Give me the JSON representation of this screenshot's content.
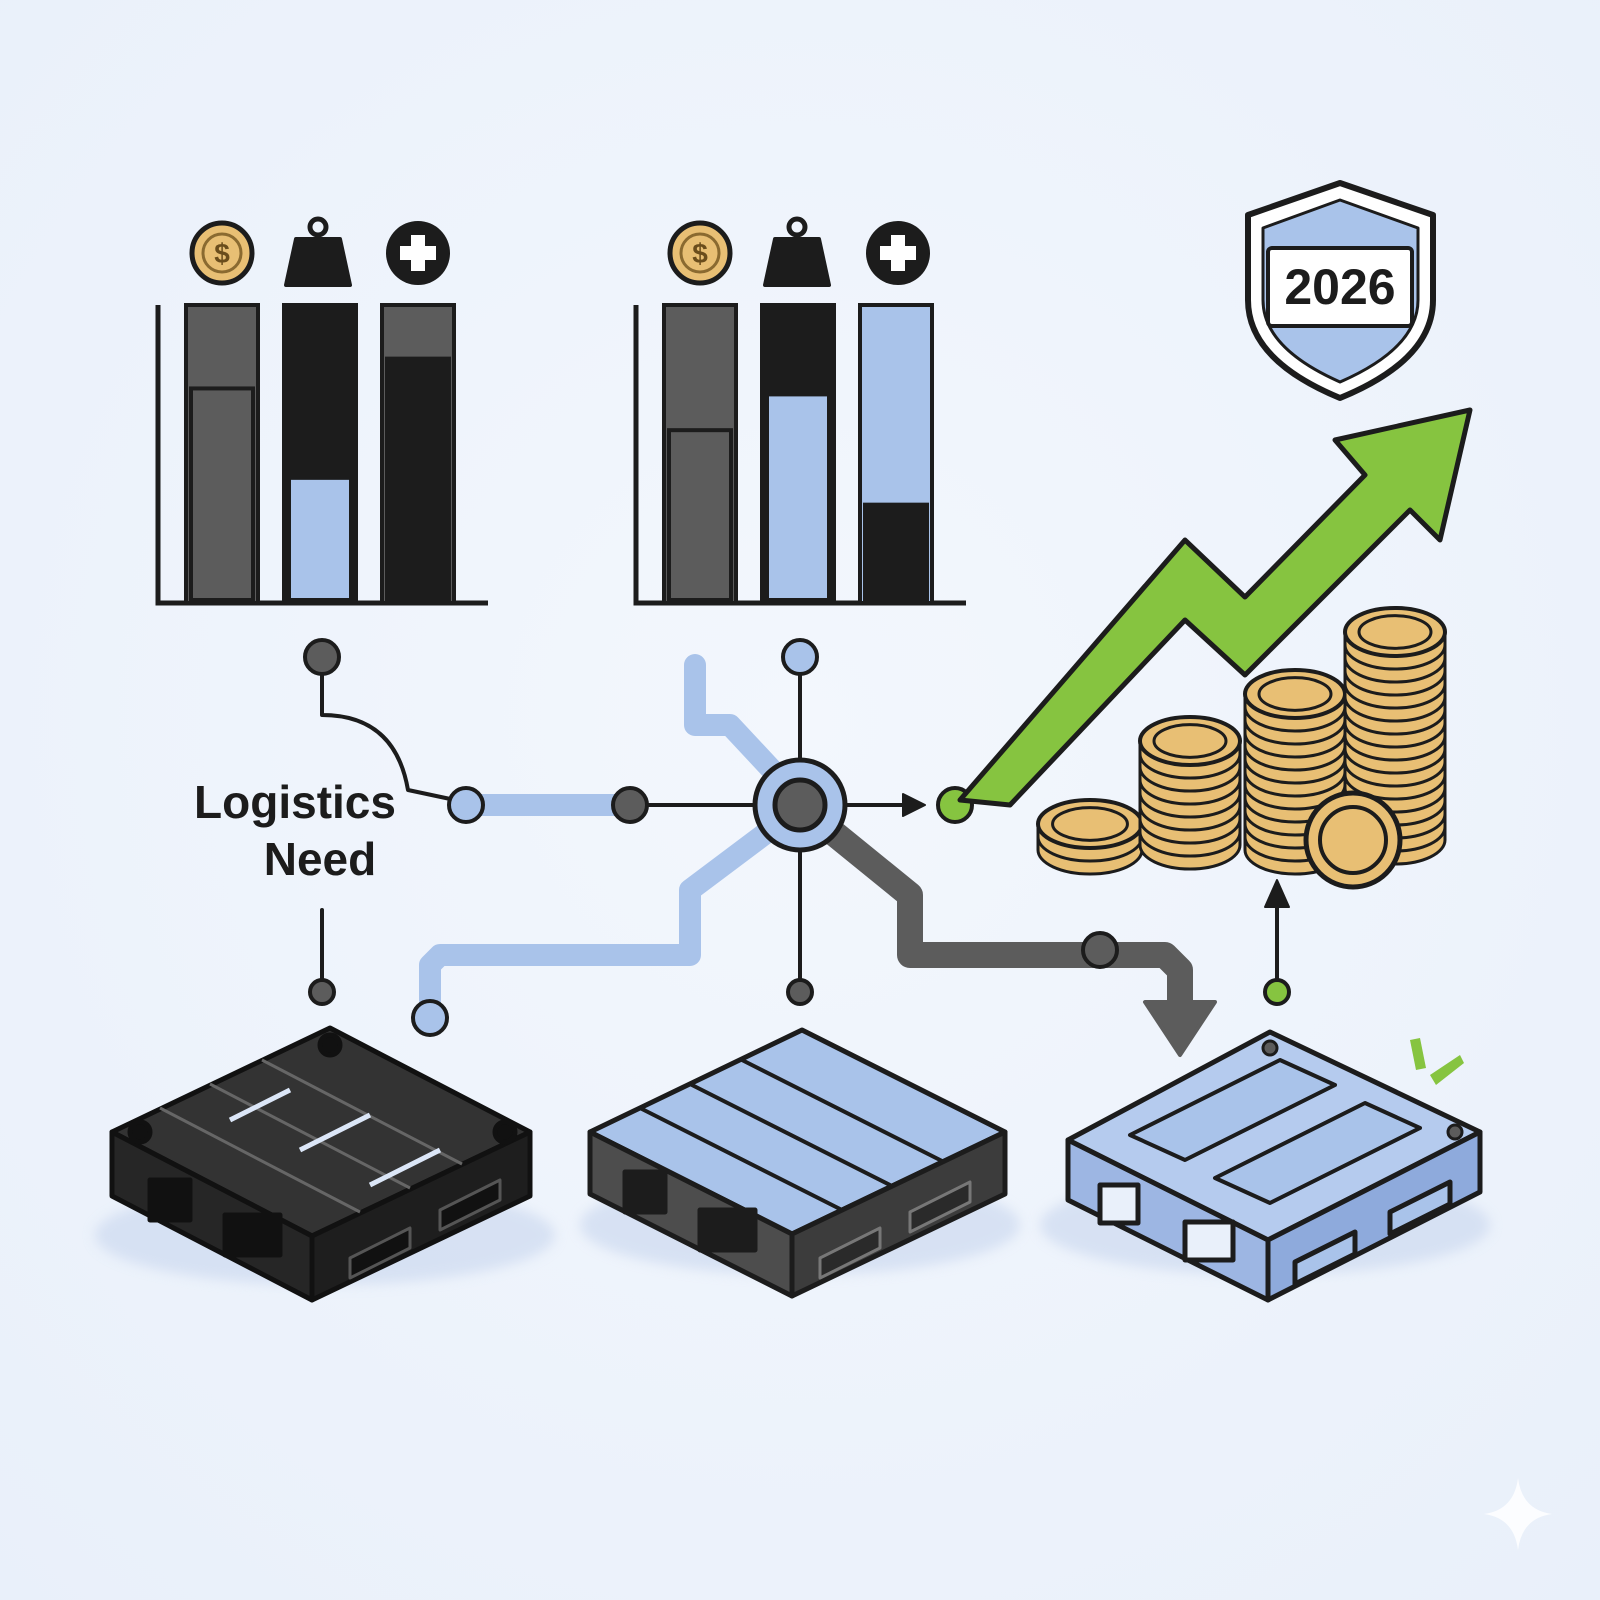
{
  "diagram": {
    "label": {
      "line1": "Logistics",
      "line2": "Need"
    },
    "badge": {
      "year": "2026"
    },
    "icons": {
      "cost": "dollar-coin-icon",
      "weight": "weight-icon",
      "health": "medical-cross-icon",
      "shield": "shield-icon",
      "growth": "trend-up-arrow-icon",
      "money": "coin-stacks-icon",
      "spark": "sparkle-icon"
    },
    "colors": {
      "dark": "#1c1c1c",
      "gray": "#5c5c5c",
      "blue": "#a9c3ea",
      "green": "#86c440",
      "coin": "#e8bf74",
      "background": "#edf2fa"
    },
    "comparisons": [
      {
        "name": "legacy-pallet-comparison",
        "bars": [
          {
            "metric": "cost",
            "fill": 0.72,
            "top_color": "#5c5c5c",
            "bottom_color": "#5c5c5c"
          },
          {
            "metric": "weight",
            "fill": 0.42,
            "top_color": "#1c1c1c",
            "bottom_color": "#a9c3ea"
          },
          {
            "metric": "health",
            "fill": 0.82,
            "top_color": "#5c5c5c",
            "bottom_color": "#1c1c1c"
          }
        ]
      },
      {
        "name": "hybrid-pallet-comparison",
        "bars": [
          {
            "metric": "cost",
            "fill": 0.58,
            "top_color": "#5c5c5c",
            "bottom_color": "#5c5c5c"
          },
          {
            "metric": "weight",
            "fill": 0.7,
            "top_color": "#1c1c1c",
            "bottom_color": "#a9c3ea"
          },
          {
            "metric": "health",
            "fill": 0.33,
            "top_color": "#a9c3ea",
            "bottom_color": "#1c1c1c"
          }
        ]
      }
    ],
    "pallets": [
      "black-plastic-pallet",
      "hybrid-pallet",
      "blue-hygienic-pallet"
    ]
  }
}
